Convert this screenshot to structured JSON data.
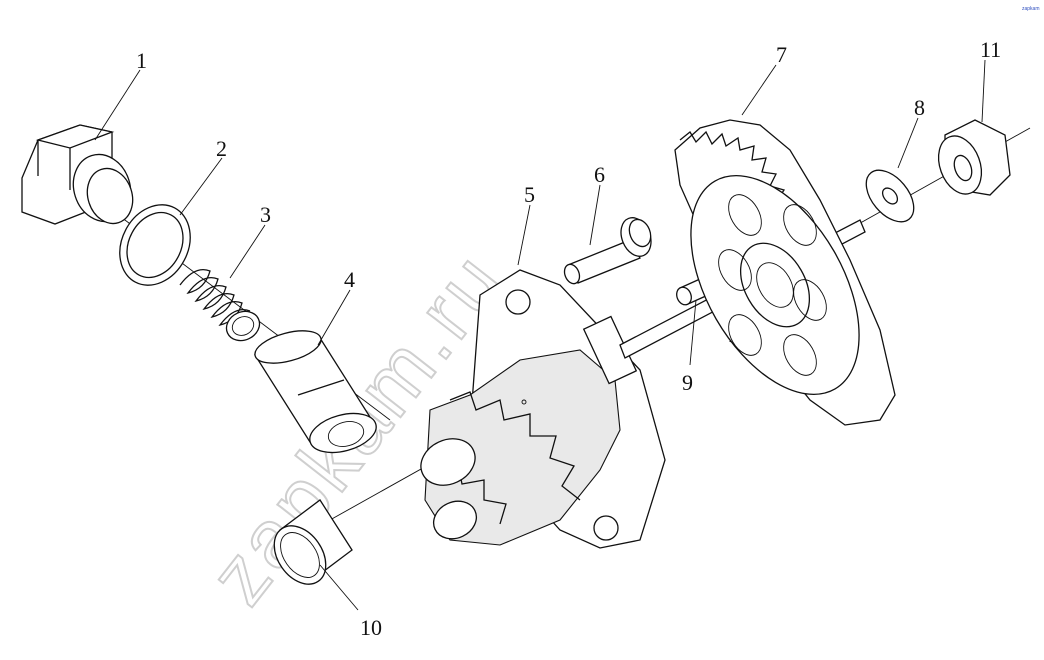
{
  "watermark": "zapkam.ru",
  "corner_mark": "zapkam",
  "callouts": [
    {
      "id": "1",
      "label": "1"
    },
    {
      "id": "2",
      "label": "2"
    },
    {
      "id": "3",
      "label": "3"
    },
    {
      "id": "4",
      "label": "4"
    },
    {
      "id": "5",
      "label": "5"
    },
    {
      "id": "6",
      "label": "6"
    },
    {
      "id": "7",
      "label": "7"
    },
    {
      "id": "8",
      "label": "8"
    },
    {
      "id": "9",
      "label": "9"
    },
    {
      "id": "10",
      "label": "10"
    },
    {
      "id": "11",
      "label": "11"
    }
  ]
}
